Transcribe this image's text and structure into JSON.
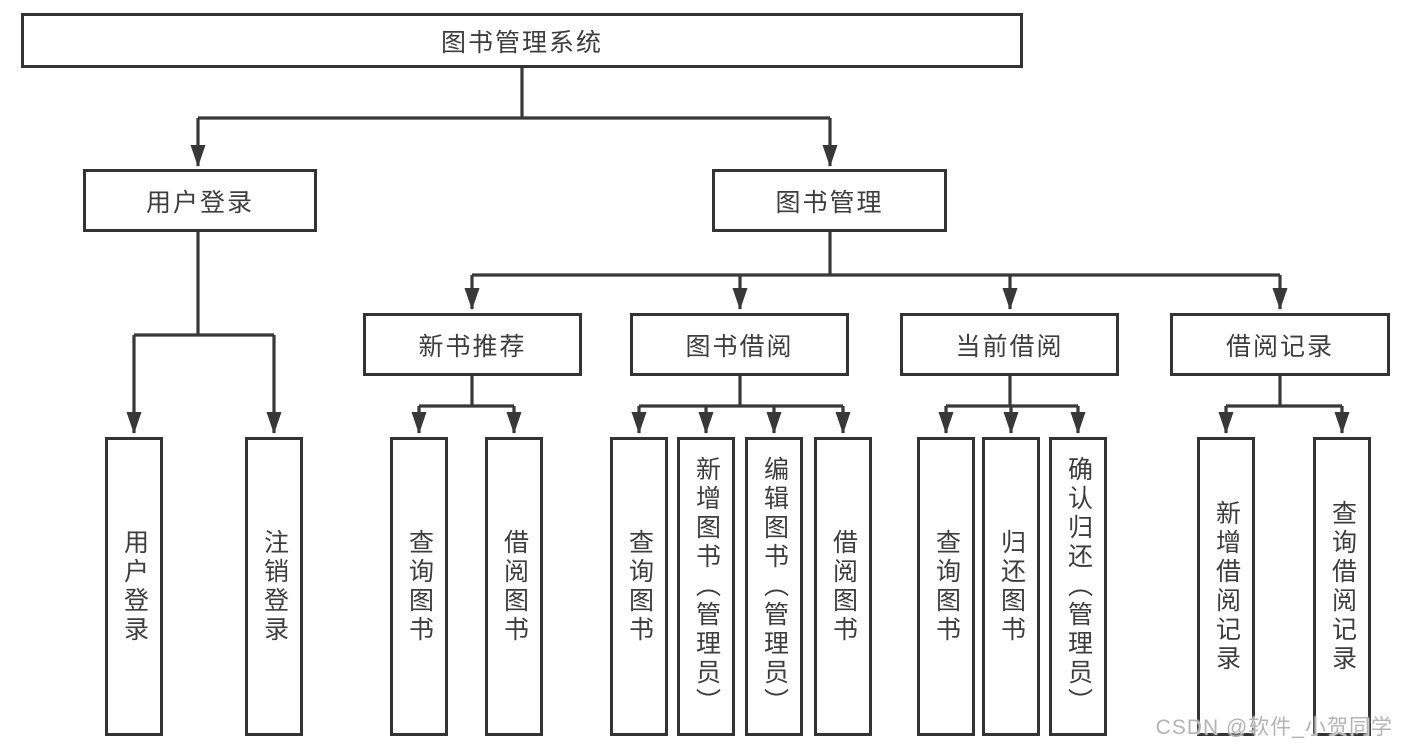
{
  "colors": {
    "line": "#383838",
    "border": "#333333",
    "text": "#3d3d3d",
    "watermark": "#b4b4b4"
  },
  "root": {
    "label": "图书管理系统"
  },
  "level2": [
    {
      "label": "用户登录"
    },
    {
      "label": "图书管理"
    }
  ],
  "level3": [
    {
      "label": "新书推荐"
    },
    {
      "label": "图书借阅"
    },
    {
      "label": "当前借阅"
    },
    {
      "label": "借阅记录"
    }
  ],
  "leaves": [
    {
      "label": "用户登录"
    },
    {
      "label": "注销登录"
    },
    {
      "label": "查询图书"
    },
    {
      "label": "借阅图书"
    },
    {
      "label": "查询图书"
    },
    {
      "label": "新增图书（管理员）"
    },
    {
      "label": "编辑图书（管理员）"
    },
    {
      "label": "借阅图书"
    },
    {
      "label": "查询图书"
    },
    {
      "label": "归还图书"
    },
    {
      "label": "确认归还（管理员）"
    },
    {
      "label": "新增借阅记录"
    },
    {
      "label": "查询借阅记录"
    }
  ],
  "watermark": "CSDN @软件_小贺同学"
}
